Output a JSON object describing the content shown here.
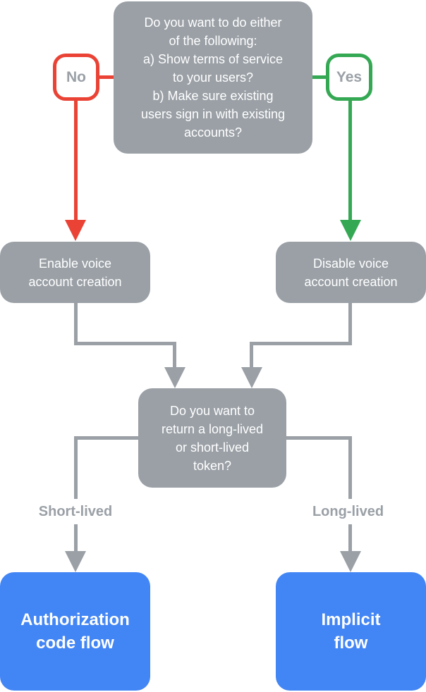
{
  "colors": {
    "gray": "#9AA0A6",
    "blue": "#4285F4",
    "red": "#EA4335",
    "green": "#34A853",
    "white": "#FFFFFF"
  },
  "flowchart": {
    "top_question": [
      "Do you want to do either",
      "of the following:",
      "a) Show terms of service",
      "to your users?",
      "b) Make sure existing",
      "users sign in with existing",
      "accounts?"
    ],
    "no_label": "No",
    "yes_label": "Yes",
    "enable_node": [
      "Enable voice",
      "account creation"
    ],
    "disable_node": [
      "Disable voice",
      "account creation"
    ],
    "token_question": [
      "Do you want to",
      "return a long-lived",
      "or short-lived",
      "token?"
    ],
    "short_lived_label": "Short-lived",
    "long_lived_label": "Long-lived",
    "authorization_node": [
      "Authorization",
      "code flow"
    ],
    "implicit_node": [
      "Implicit",
      "flow"
    ]
  }
}
